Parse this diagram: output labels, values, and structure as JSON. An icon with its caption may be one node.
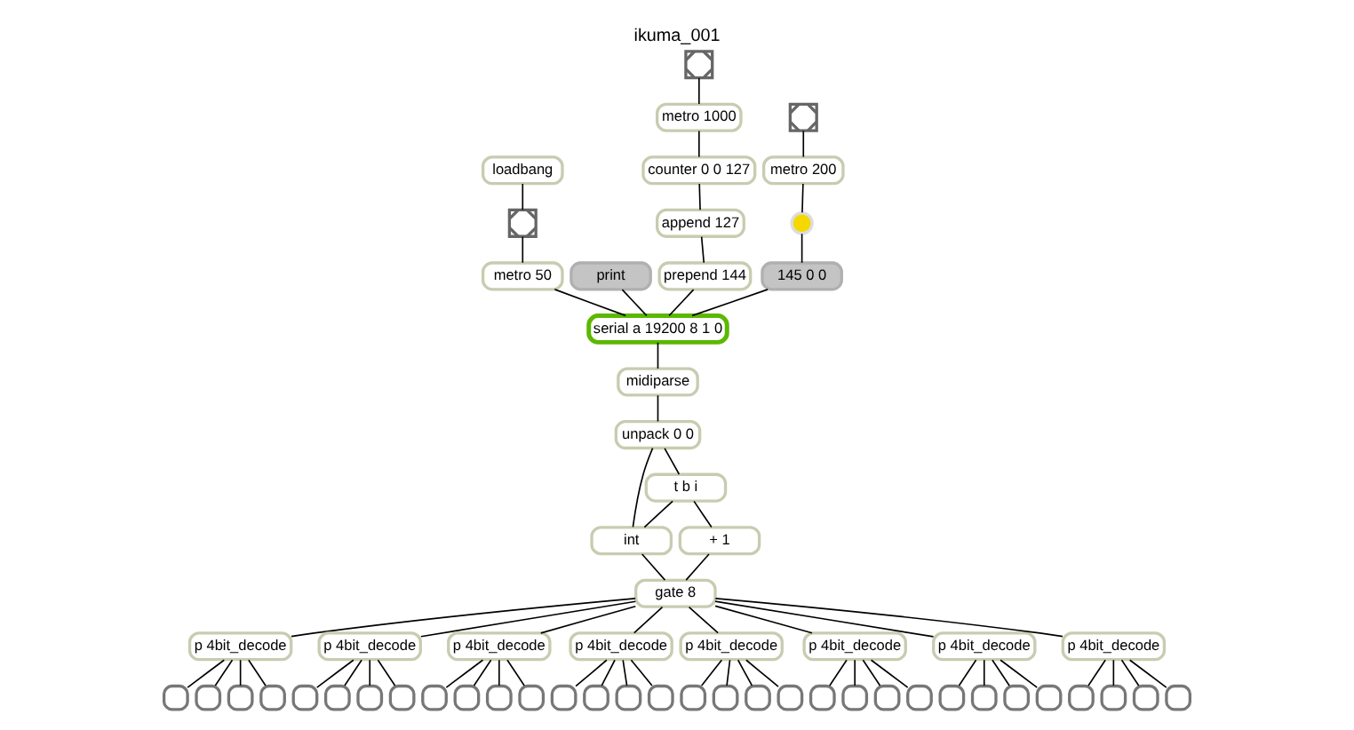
{
  "diagram": {
    "title": "ikuma_001",
    "nodes": [
      {
        "text": [
          "loadbang"
        ]
      },
      {
        "text": [],
        "shape": "box"
      },
      {
        "text": [
          "metro 50"
        ]
      },
      {
        "text": [
          "print"
        ]
      },
      {
        "text": [],
        "shape": "box"
      },
      {
        "text": [
          "metro 1000"
        ]
      },
      {
        "text": [
          "counter 0 0 127"
        ]
      },
      {
        "text": [
          "append 127"
        ]
      },
      {
        "text": [
          "prepend 144"
        ]
      },
      {
        "text": [],
        "shape": "box"
      },
      {
        "text": [
          "metro 200"
        ]
      },
      {
        "text": [],
        "shape": "circle"
      },
      {
        "text": [
          "145 0 0"
        ]
      },
      {
        "text": [
          "serial a 19200 8 1 0"
        ]
      },
      {
        "text": [
          "midiparse"
        ]
      },
      {
        "text": [
          "unpack 0 0"
        ]
      },
      {
        "text": [
          "t b i"
        ]
      },
      {
        "text": [
          "int"
        ]
      },
      {
        "text": [
          "+ 1"
        ]
      },
      {
        "text": [
          "gate 8"
        ]
      },
      {
        "text": [
          "p 4bit_decode"
        ]
      },
      {
        "text": [
          "p 4bit_decode"
        ]
      },
      {
        "text": [
          "p 4bit_decode"
        ]
      },
      {
        "text": [
          "p 4bit_decode"
        ]
      },
      {
        "text": [
          "p 4bit_decode"
        ]
      },
      {
        "text": [
          "p 4bit_decode"
        ]
      },
      {
        "text": [
          "p 4bit_decode"
        ]
      },
      {
        "text": [
          "p 4bit_decode"
        ]
      },
      {
        "text": [],
        "shape": "box"
      },
      {
        "text": [],
        "shape": "box"
      },
      {
        "text": [],
        "shape": "box"
      },
      {
        "text": [],
        "shape": "box"
      },
      {
        "text": [],
        "shape": "box"
      },
      {
        "text": [],
        "shape": "box"
      },
      {
        "text": [],
        "shape": "box"
      },
      {
        "text": [],
        "shape": "box"
      },
      {
        "text": [],
        "shape": "box"
      },
      {
        "text": [],
        "shape": "box"
      },
      {
        "text": [],
        "shape": "box"
      },
      {
        "text": [],
        "shape": "box"
      },
      {
        "text": [],
        "shape": "box"
      },
      {
        "text": [],
        "shape": "box"
      },
      {
        "text": [],
        "shape": "box"
      },
      {
        "text": [],
        "shape": "box"
      },
      {
        "text": [],
        "shape": "box"
      },
      {
        "text": [],
        "shape": "box"
      },
      {
        "text": [],
        "shape": "box"
      },
      {
        "text": [],
        "shape": "box"
      },
      {
        "text": [],
        "shape": "box"
      },
      {
        "text": [],
        "shape": "box"
      },
      {
        "text": [],
        "shape": "box"
      },
      {
        "text": [],
        "shape": "box"
      },
      {
        "text": [],
        "shape": "box"
      },
      {
        "text": [],
        "shape": "box"
      },
      {
        "text": [],
        "shape": "box"
      },
      {
        "text": [],
        "shape": "box"
      },
      {
        "text": [],
        "shape": "box"
      },
      {
        "text": [],
        "shape": "box"
      },
      {
        "text": [],
        "shape": "box"
      },
      {
        "text": [],
        "shape": "box"
      }
    ],
    "edges": [
      {
        "from": 0,
        "to": 1,
        "arrow": "none"
      },
      {
        "from": 1,
        "to": 2,
        "arrow": "none"
      },
      {
        "from": 2,
        "to": 13,
        "arrow": "none"
      },
      {
        "from": 3,
        "to": 13,
        "arrow": "none"
      },
      {
        "from": 4,
        "to": 5,
        "arrow": "none"
      },
      {
        "from": 5,
        "to": 6,
        "arrow": "none"
      },
      {
        "from": 6,
        "to": 7,
        "arrow": "none"
      },
      {
        "from": 7,
        "to": 8,
        "arrow": "none"
      },
      {
        "from": 8,
        "to": 13,
        "arrow": "none"
      },
      {
        "from": 9,
        "to": 10,
        "arrow": "none"
      },
      {
        "from": 10,
        "to": 11,
        "arrow": "none"
      },
      {
        "from": 11,
        "to": 12,
        "arrow": "none"
      },
      {
        "from": 12,
        "to": 13,
        "arrow": "none"
      },
      {
        "from": 13,
        "to": 14,
        "arrow": "none"
      },
      {
        "from": 14,
        "to": 15,
        "arrow": "none"
      },
      {
        "from": 15,
        "to": 16,
        "arrow": "none"
      },
      {
        "from": 15,
        "to": 17,
        "arrow": "none"
      },
      {
        "from": 16,
        "to": 17,
        "arrow": "none"
      },
      {
        "from": 16,
        "to": 18,
        "arrow": "none"
      },
      {
        "from": 17,
        "to": 19,
        "arrow": "none"
      },
      {
        "from": 18,
        "to": 19,
        "arrow": "none"
      },
      {
        "from": 19,
        "to": 20,
        "arrow": "none"
      },
      {
        "from": 19,
        "to": 21,
        "arrow": "none"
      },
      {
        "from": 19,
        "to": 22,
        "arrow": "none"
      },
      {
        "from": 19,
        "to": 23,
        "arrow": "none"
      },
      {
        "from": 19,
        "to": 24,
        "arrow": "none"
      },
      {
        "from": 19,
        "to": 25,
        "arrow": "none"
      },
      {
        "from": 19,
        "to": 26,
        "arrow": "none"
      },
      {
        "from": 19,
        "to": 27,
        "arrow": "none"
      },
      {
        "from": 20,
        "to": 28,
        "arrow": "none"
      },
      {
        "from": 20,
        "to": 29,
        "arrow": "none"
      },
      {
        "from": 20,
        "to": 30,
        "arrow": "none"
      },
      {
        "from": 20,
        "to": 31,
        "arrow": "none"
      },
      {
        "from": 21,
        "to": 32,
        "arrow": "none"
      },
      {
        "from": 21,
        "to": 33,
        "arrow": "none"
      },
      {
        "from": 21,
        "to": 34,
        "arrow": "none"
      },
      {
        "from": 21,
        "to": 35,
        "arrow": "none"
      },
      {
        "from": 22,
        "to": 36,
        "arrow": "none"
      },
      {
        "from": 22,
        "to": 37,
        "arrow": "none"
      },
      {
        "from": 22,
        "to": 38,
        "arrow": "none"
      },
      {
        "from": 22,
        "to": 39,
        "arrow": "none"
      },
      {
        "from": 23,
        "to": 40,
        "arrow": "none"
      },
      {
        "from": 23,
        "to": 41,
        "arrow": "none"
      },
      {
        "from": 23,
        "to": 42,
        "arrow": "none"
      },
      {
        "from": 23,
        "to": 43,
        "arrow": "none"
      },
      {
        "from": 24,
        "to": 44,
        "arrow": "none"
      },
      {
        "from": 24,
        "to": 45,
        "arrow": "none"
      },
      {
        "from": 24,
        "to": 46,
        "arrow": "none"
      },
      {
        "from": 24,
        "to": 47,
        "arrow": "none"
      },
      {
        "from": 25,
        "to": 48,
        "arrow": "none"
      },
      {
        "from": 25,
        "to": 49,
        "arrow": "none"
      },
      {
        "from": 25,
        "to": 50,
        "arrow": "none"
      },
      {
        "from": 25,
        "to": 51,
        "arrow": "none"
      },
      {
        "from": 26,
        "to": 52,
        "arrow": "none"
      },
      {
        "from": 26,
        "to": 53,
        "arrow": "none"
      },
      {
        "from": 26,
        "to": 54,
        "arrow": "none"
      },
      {
        "from": 26,
        "to": 55,
        "arrow": "none"
      },
      {
        "from": 27,
        "to": 56,
        "arrow": "none"
      },
      {
        "from": 27,
        "to": 57,
        "arrow": "none"
      },
      {
        "from": 27,
        "to": 58,
        "arrow": "none"
      },
      {
        "from": 27,
        "to": 59,
        "arrow": "none"
      }
    ]
  }
}
